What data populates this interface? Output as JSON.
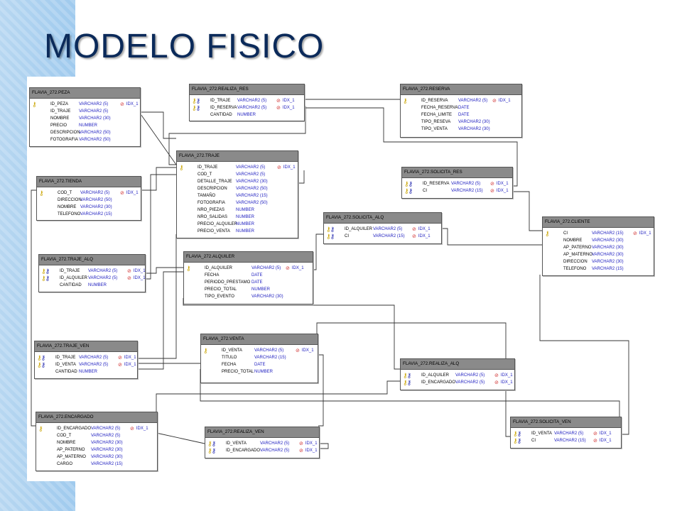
{
  "title": "MODELO FISICO",
  "colors": {
    "title": "#0b2a5a",
    "header": "#8a8a8a",
    "type_text": "#2020c0",
    "index_icon": "#d03030",
    "band": "#a8cff0"
  },
  "icons": {
    "primary_key": "key-icon",
    "foreign_key": "key-icon",
    "index": "no-entry-icon"
  },
  "entities": [
    {
      "id": "flavia_272_peza",
      "name": "FLAVIA_272.PEZA",
      "attributes": [
        {
          "name": "ID_PEZA",
          "type": "VARCHAR2 (5)",
          "key": "pk",
          "index": "IDX_1"
        },
        {
          "name": "ID_TRAJE",
          "type": "VARCHAR2 (5)",
          "key": "",
          "index": ""
        },
        {
          "name": "NOMBRE",
          "type": "VARCHAR2 (30)",
          "key": "",
          "index": ""
        },
        {
          "name": "PRECIO",
          "type": "NUMBER",
          "key": "",
          "index": ""
        },
        {
          "name": "DESCRIPCION",
          "type": "VARCHAR2 (50)",
          "key": "",
          "index": ""
        },
        {
          "name": "FOTOGRAFIA",
          "type": "VARCHAR2 (50)",
          "key": "",
          "index": ""
        }
      ]
    },
    {
      "id": "flavia_272_realiza_res",
      "name": "FLAVIA_272.REALIZA_RES",
      "attributes": [
        {
          "name": "ID_TRAJE",
          "type": "VARCHAR2 (5)",
          "key": "pkfk",
          "index": "IDX_1"
        },
        {
          "name": "ID_RESERVA",
          "type": "VARCHAR2 (5)",
          "key": "pkfk",
          "index": "IDX_1"
        },
        {
          "name": "CANTIDAD",
          "type": "NUMBER",
          "key": "",
          "index": ""
        }
      ]
    },
    {
      "id": "flavia_272_reserva",
      "name": "FLAVIA_272.RESERVA",
      "attributes": [
        {
          "name": "ID_RESERVA",
          "type": "VARCHAR2 (5)",
          "key": "pk",
          "index": "IDX_1"
        },
        {
          "name": "FECHA_RESERVA",
          "type": "DATE",
          "key": "",
          "index": ""
        },
        {
          "name": "FECHA_LIMITE",
          "type": "DATE",
          "key": "",
          "index": ""
        },
        {
          "name": "TIPO_RESEVA",
          "type": "VARCHAR2 (30)",
          "key": "",
          "index": ""
        },
        {
          "name": "TIPO_VENTA",
          "type": "VARCHAR2 (30)",
          "key": "",
          "index": ""
        }
      ]
    },
    {
      "id": "flavia_272_traje",
      "name": "FLAVIA_272.TRAJE",
      "attributes": [
        {
          "name": "ID_TRAJE",
          "type": "VARCHAR2 (5)",
          "key": "pk",
          "index": "IDX_1"
        },
        {
          "name": "COD_T",
          "type": "VARCHAR2 (5)",
          "key": "",
          "index": ""
        },
        {
          "name": "DETALLE_TRAJE",
          "type": "VARCHAR2 (30)",
          "key": "",
          "index": ""
        },
        {
          "name": "DESCRIPCION",
          "type": "VARCHAR2 (50)",
          "key": "",
          "index": ""
        },
        {
          "name": "TAMAÑO",
          "type": "VARCHAR2 (15)",
          "key": "",
          "index": ""
        },
        {
          "name": "FOTOGRAFIA",
          "type": "VARCHAR2 (50)",
          "key": "",
          "index": ""
        },
        {
          "name": "NRO_PIEZAS",
          "type": "NUMBER",
          "key": "",
          "index": ""
        },
        {
          "name": "NRO_SALIDAS",
          "type": "NUMBER",
          "key": "",
          "index": ""
        },
        {
          "name": "PRECIO_ALQUILER",
          "type": "NUMBER",
          "key": "",
          "index": ""
        },
        {
          "name": "PRECIO_VENTA",
          "type": "NUMBER",
          "key": "",
          "index": ""
        }
      ]
    },
    {
      "id": "flavia_272_tienda",
      "name": "FLAVIA_272.TIENDA",
      "attributes": [
        {
          "name": "COD_T",
          "type": "VARCHAR2 (5)",
          "key": "pk",
          "index": "IDX_1"
        },
        {
          "name": "DIRECCION",
          "type": "VARCHAR2 (50)",
          "key": "",
          "index": ""
        },
        {
          "name": "NOMBRE",
          "type": "VARCHAR2 (30)",
          "key": "",
          "index": ""
        },
        {
          "name": "TELEFONO",
          "type": "VARCHAR2 (15)",
          "key": "",
          "index": ""
        }
      ]
    },
    {
      "id": "flavia_272_solicita_res",
      "name": "FLAVIA_272.SOLICITA_RES",
      "attributes": [
        {
          "name": "ID_RESERVA",
          "type": "VARCHAR2 (5)",
          "key": "pkfk",
          "index": "IDX_1"
        },
        {
          "name": "CI",
          "type": "VARCHAR2 (15)",
          "key": "pkfk",
          "index": "IDX_1"
        }
      ]
    },
    {
      "id": "flavia_272_solicita_alq",
      "name": "FLAVIA_272.SOLICITA_ALQ",
      "attributes": [
        {
          "name": "ID_ALQUILER",
          "type": "VARCHAR2 (5)",
          "key": "pkfk",
          "index": "IDX_1"
        },
        {
          "name": "CI",
          "type": "VARCHAR2 (15)",
          "key": "pkfk",
          "index": "IDX_1"
        }
      ]
    },
    {
      "id": "flavia_272_cliente",
      "name": "FLAVIA_272.CLIENTE",
      "attributes": [
        {
          "name": "CI",
          "type": "VARCHAR2 (15)",
          "key": "pk",
          "index": "IDX_1"
        },
        {
          "name": "NOMBRE",
          "type": "VARCHAR2 (30)",
          "key": "",
          "index": ""
        },
        {
          "name": "AP_PATERNO",
          "type": "VARCHAR2 (30)",
          "key": "",
          "index": ""
        },
        {
          "name": "AP_MATERNO",
          "type": "VARCHAR2 (30)",
          "key": "",
          "index": ""
        },
        {
          "name": "DIRECCION",
          "type": "VARCHAR2 (30)",
          "key": "",
          "index": ""
        },
        {
          "name": "TELEFONO",
          "type": "VARCHAR2 (15)",
          "key": "",
          "index": ""
        }
      ]
    },
    {
      "id": "flavia_272_traje_alq",
      "name": "FLAVIA_272.TRAJE_ALQ",
      "attributes": [
        {
          "name": "ID_TRAJE",
          "type": "VARCHAR2 (5)",
          "key": "pkfk",
          "index": "IDX_1"
        },
        {
          "name": "ID_ALQUILER",
          "type": "VARCHAR2 (5)",
          "key": "pkfk",
          "index": "IDX_1"
        },
        {
          "name": "CANTIDAD",
          "type": "NUMBER",
          "key": "",
          "index": ""
        }
      ]
    },
    {
      "id": "flavia_272_alquiler",
      "name": "FLAVIA_272.ALQUILER",
      "attributes": [
        {
          "name": "ID_ALQUILER",
          "type": "VARCHAR2 (5)",
          "key": "pk",
          "index": "IDX_1"
        },
        {
          "name": "FECHA",
          "type": "DATE",
          "key": "",
          "index": ""
        },
        {
          "name": "PERIODO_PRESTAMO",
          "type": "DATE",
          "key": "",
          "index": ""
        },
        {
          "name": "PRECIO_TOTAL",
          "type": "NUMBER",
          "key": "",
          "index": ""
        },
        {
          "name": "TIPO_EVENTO",
          "type": "VARCHAR2 (30)",
          "key": "",
          "index": ""
        }
      ]
    },
    {
      "id": "flavia_272_traje_ven",
      "name": "FLAVIA_272.TRAJE_VEN",
      "attributes": [
        {
          "name": "ID_TRAJE",
          "type": "VARCHAR2 (5)",
          "key": "pkfk",
          "index": "IDX_1"
        },
        {
          "name": "ID_VENTA",
          "type": "VARCHAR2 (5)",
          "key": "pkfk",
          "index": "IDX_1"
        },
        {
          "name": "CANTIDAD",
          "type": "NUMBER",
          "key": "",
          "index": ""
        }
      ]
    },
    {
      "id": "flavia_272_venta",
      "name": "FLAVIA_272.VENTA",
      "attributes": [
        {
          "name": "ID_VENTA",
          "type": "VARCHAR2 (5)",
          "key": "pk",
          "index": "IDX_1"
        },
        {
          "name": "TITULO",
          "type": "VARCHAR2 (15)",
          "key": "",
          "index": ""
        },
        {
          "name": "FECHA",
          "type": "DATE",
          "key": "",
          "index": ""
        },
        {
          "name": "PRECIO_TOTAL",
          "type": "NUMBER",
          "key": "",
          "index": ""
        }
      ]
    },
    {
      "id": "flavia_272_realiza_alq",
      "name": "FLAVIA_272.REALIZA_ALQ",
      "attributes": [
        {
          "name": "ID_ALQUILER",
          "type": "VARCHAR2 (5)",
          "key": "pkfk",
          "index": "IDX_1"
        },
        {
          "name": "ID_ENCARGADO",
          "type": "VARCHAR2 (5)",
          "key": "pkfk",
          "index": "IDX_1"
        }
      ]
    },
    {
      "id": "flavia_272_encargado",
      "name": "FLAVIA_272.ENCARGADO",
      "attributes": [
        {
          "name": "ID_ENCARGADO",
          "type": "VARCHAR2 (5)",
          "key": "pk",
          "index": "IDX_1"
        },
        {
          "name": "COD_T",
          "type": "VARCHAR2 (5)",
          "key": "",
          "index": ""
        },
        {
          "name": "NOMBRE",
          "type": "VARCHAR2 (30)",
          "key": "",
          "index": ""
        },
        {
          "name": "AP_PATERNO",
          "type": "VARCHAR2 (30)",
          "key": "",
          "index": ""
        },
        {
          "name": "AP_MATERNO",
          "type": "VARCHAR2 (30)",
          "key": "",
          "index": ""
        },
        {
          "name": "CARGO",
          "type": "VARCHAR2 (15)",
          "key": "",
          "index": ""
        }
      ]
    },
    {
      "id": "flavia_272_realiza_ven",
      "name": "FLAVIA_272.REALIZA_VEN",
      "attributes": [
        {
          "name": "ID_VENTA",
          "type": "VARCHAR2 (5)",
          "key": "pkfk",
          "index": "IDX_1"
        },
        {
          "name": "ID_ENCARGADO",
          "type": "VARCHAR2 (5)",
          "key": "pkfk",
          "index": "IDX_1"
        }
      ]
    },
    {
      "id": "flavia_272_solicita_ven",
      "name": "FLAVIA_272.SOLICITA_VEN",
      "attributes": [
        {
          "name": "ID_VENTA",
          "type": "VARCHAR2 (5)",
          "key": "pkfk",
          "index": "IDX_1"
        },
        {
          "name": "CI",
          "type": "VARCHAR2 (15)",
          "key": "pkfk",
          "index": "IDX_1"
        }
      ]
    }
  ]
}
